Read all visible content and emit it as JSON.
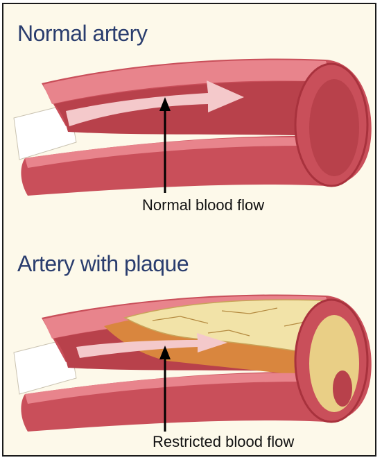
{
  "panels": {
    "normal": {
      "title": "Normal artery",
      "flow_label": "Normal blood flow"
    },
    "plaque": {
      "title": "Artery with plaque",
      "flow_label": "Restricted blood flow"
    }
  },
  "colors": {
    "background": "#fdf9ea",
    "title_text": "#2a3d6e",
    "artery_outer": "#c94f5a",
    "artery_wall_light": "#e8848c",
    "artery_inner": "#b8414b",
    "lumen": "#e9a3a8",
    "flow_arrow": "#f4c9cb",
    "plaque_yellow": "#f2e3a8",
    "plaque_orange": "#d9863e",
    "pointer": "#000000"
  }
}
